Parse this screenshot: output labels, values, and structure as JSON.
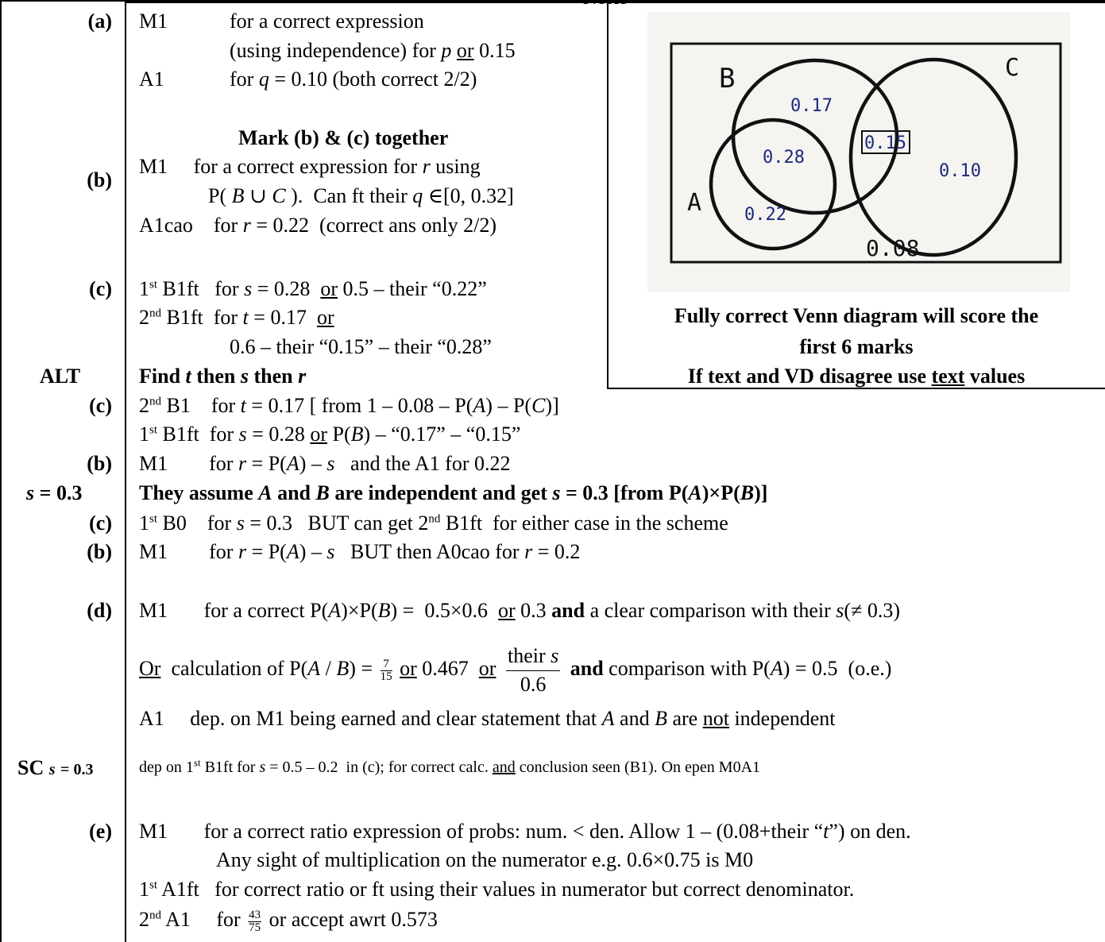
{
  "header": {
    "notes": "Notes"
  },
  "labels": {
    "a": "(a)",
    "b": "(b)",
    "c1": "(c)",
    "alt": "ALT",
    "c2": "(c)",
    "b2": "(b)",
    "s03": "s = 0.3",
    "c3": "(c)",
    "b3": "(b)",
    "d": "(d)",
    "sc": "SC s = 0.3",
    "e": "(e)"
  },
  "part_a": {
    "m1_code": "M1",
    "m1_text": "for a correct expression",
    "m1_text2": "(using independence) for p or 0.15",
    "a1_code": "A1",
    "a1_text": "for q = 0.10  (both correct 2/2)"
  },
  "part_bc": {
    "heading": "Mark (b) & (c) together",
    "m1": "M1     for a correct expression for r using",
    "m1_cont": "P( B ∪ C ). Can ft their q ∈[0, 0.32]",
    "a1": "A1cao    for r = 0.22  (correct ans only 2/2)",
    "c_b1": "B1ft   for s = 0.28  or 0.5 – their “0.22”",
    "c_b2": "B1ft  for t = 0.17  or",
    "c_b2_cont": "0.6 – their “0.15” – their “0.28”"
  },
  "venn": {
    "label_b": "B",
    "label_c": "C",
    "label_a": "A",
    "b_only": "0.17",
    "b_c": "0.15",
    "c_only": "0.10",
    "a_b": "0.28",
    "a_only": "0.22",
    "outside": "0.08",
    "caption1": "Fully correct Venn diagram will score the",
    "caption2": "first 6 marks",
    "caption3": "If text and VD disagree use text values"
  },
  "alt": {
    "heading": "Find t then s then r",
    "c_line1": "B1    for t = 0.17 [ from 1 – 0.08 – P(A) – P(C)]",
    "c_line2": "B1ft  for s = 0.28 or P(B) – “0.17” – “0.15”",
    "b_line": "M1       for r = P(A) – s   and the A1 for 0.22"
  },
  "s03": {
    "heading": "They assume A and B are independent and get s = 0.3 [from P(A)×P(B)]",
    "c_line": "B0    for s = 0.3   BUT can get 2nd B1ft  for either case in the scheme",
    "b_line": "M1       for r = P(A) – s   BUT then A0cao for r = 0.2"
  },
  "part_d": {
    "m1": "M1       for a correct P(A)×P(B) =  0.5×0.6  or 0.3 and a clear comparison with their s(≠ 0.3)",
    "or_line": "Or  calculation of P(A / B) =",
    "frac_num": "7",
    "frac_den": "15",
    "or_line2": "or 0.467  or",
    "big_num": "their s",
    "big_den": "0.6",
    "or_line3": "and comparison with P(A) = 0.5  (o.e.)",
    "a1": "A1     dep. on M1 being earned and clear statement that A and B are not independent"
  },
  "sc": {
    "text": "dep on 1st B1ft for s = 0.5 – 0.2  in (c); for correct calc. and conclusion seen (B1). On epen M0A1"
  },
  "part_e": {
    "m1": "M1       for a correct ratio expression of probs: num. < den. Allow 1 – (0.08+their “t”) on den.",
    "m1_cont": "Any sight of multiplication on the numerator e.g. 0.6×0.75 is M0",
    "a1": "A1ft   for correct ratio or ft using their values in numerator but correct denominator.",
    "a2_pre": "A1     for",
    "frac_num": "43",
    "frac_den": "75",
    "a2_post": "or accept awrt 0.573"
  }
}
